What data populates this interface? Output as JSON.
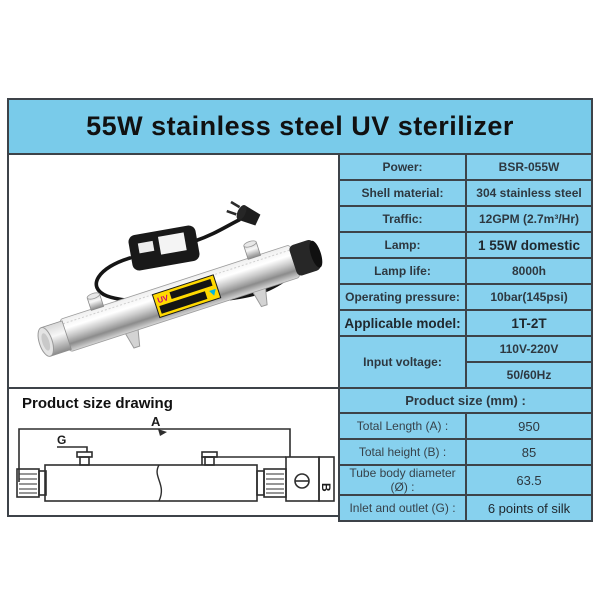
{
  "title": {
    "text": "55W stainless steel UV sterilizer"
  },
  "colors": {
    "band_blue": "#79cbea",
    "cell_blue": "#87d1ee",
    "border_dark": "#3d4349",
    "text_dark": "#2e3840"
  },
  "spec_table": {
    "rows": [
      {
        "label": "Power:",
        "value": "BSR-055W"
      },
      {
        "label": "Shell material:",
        "value": "304 stainless steel"
      },
      {
        "label": "Traffic:",
        "value": "12GPM (2.7m³/Hr)"
      },
      {
        "label": "Lamp:",
        "value": "1 55W domestic"
      },
      {
        "label": "Lamp life:",
        "value": "8000h"
      },
      {
        "label": "Operating pressure:",
        "value": "10bar(145psi)"
      },
      {
        "label": "Applicable model:",
        "value": "1T-2T"
      },
      {
        "label": "Input voltage:",
        "values": [
          "110V-220V",
          "50/60Hz"
        ]
      }
    ]
  },
  "size_table": {
    "header": "Product size (mm) :",
    "rows": [
      {
        "label": "Total Length (A) :",
        "value": "950"
      },
      {
        "label": "Total height (B) :",
        "value": "85"
      },
      {
        "label": "Tube body diameter (Ø) :",
        "value": "63.5"
      },
      {
        "label": "Inlet and outlet (G) :",
        "value": "6 points of silk"
      }
    ]
  },
  "drawing": {
    "title": "Product size drawing",
    "labels": {
      "length": "A",
      "height": "B",
      "inlet": "G"
    }
  },
  "photo": {
    "label_text": "UV"
  }
}
